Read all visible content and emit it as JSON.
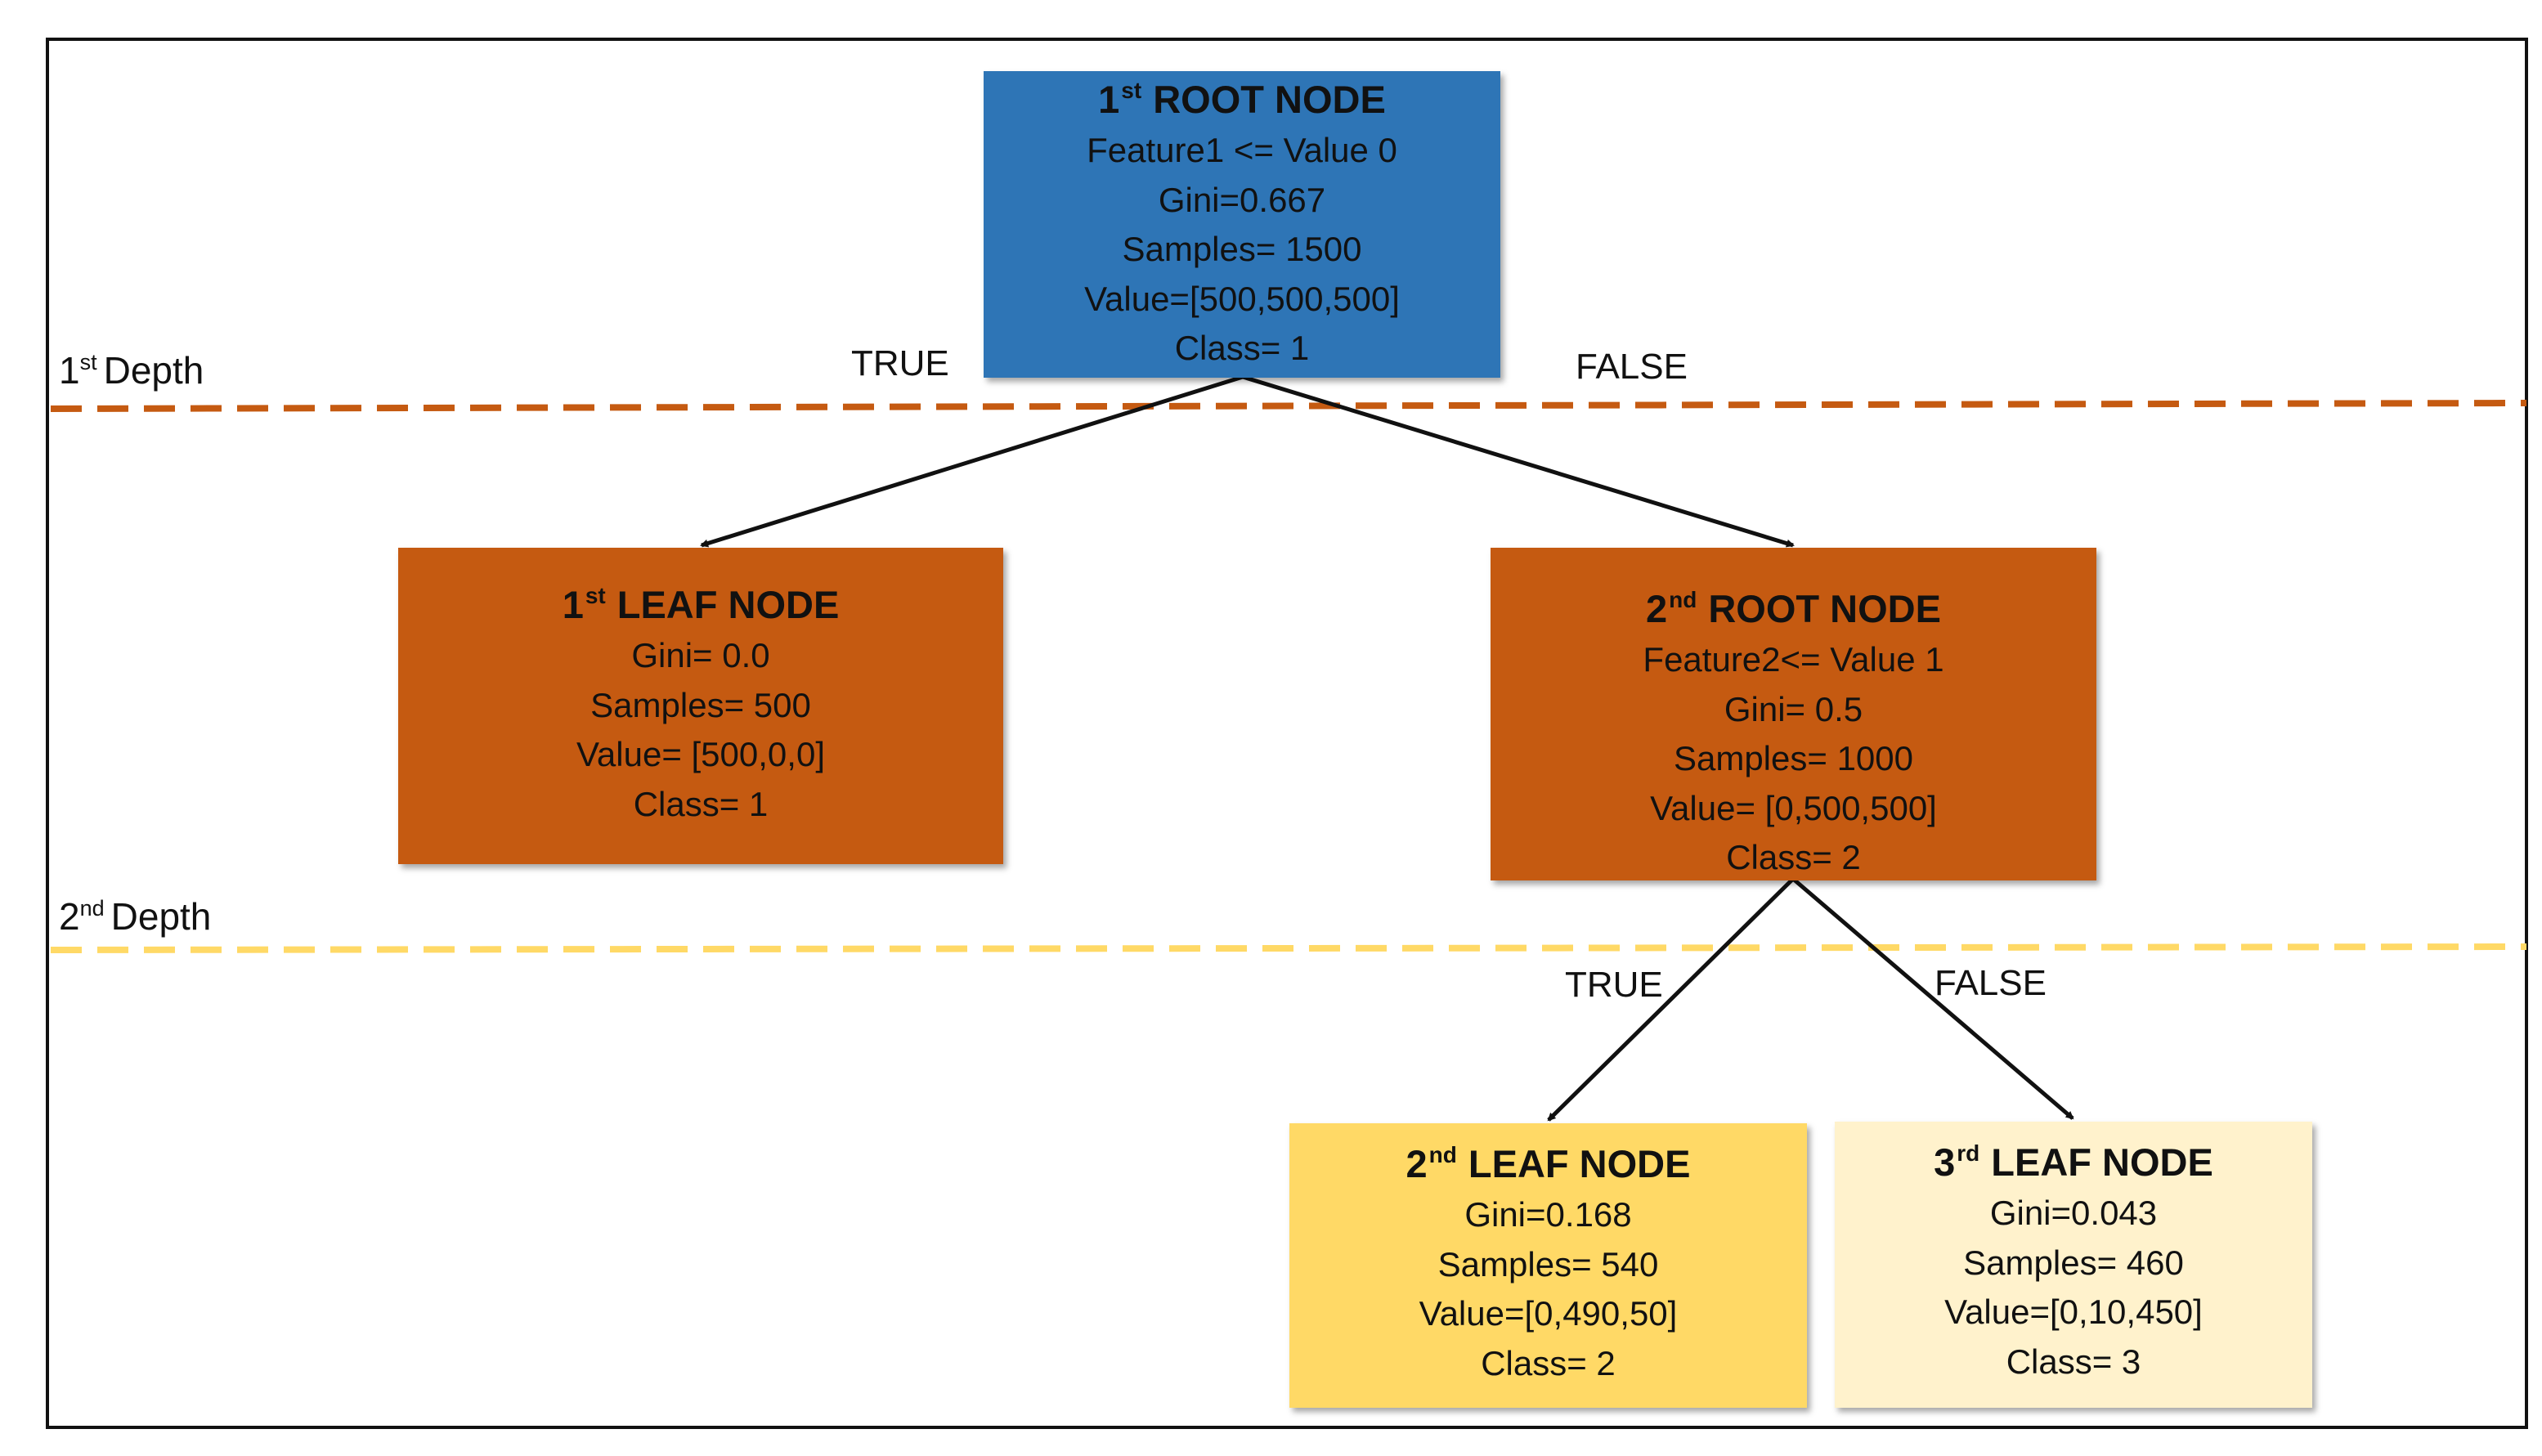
{
  "colors": {
    "root_node_1": "#2e75b6",
    "depth1_nodes": "#c55a11",
    "leaf_node_2": "#ffd966",
    "leaf_node_3": "#fff2cc",
    "depth1_line": "#c55a11",
    "depth2_line": "#ffd966",
    "border": "#111111"
  },
  "depth_labels": {
    "d1": {
      "num": "1",
      "sup": "st",
      "text": "Depth"
    },
    "d2": {
      "num": "2",
      "sup": "nd",
      "text": "Depth"
    }
  },
  "edge_labels": {
    "root1_true": "TRUE",
    "root1_false": "FALSE",
    "root2_true": "TRUE",
    "root2_false": "FALSE"
  },
  "nodes": {
    "root1": {
      "num": "1",
      "sup": "st",
      "title": "ROOT NODE",
      "lines": [
        "Feature1 <= Value 0",
        "Gini=0.667",
        "Samples= 1500",
        "Value=[500,500,500]",
        "Class= 1"
      ]
    },
    "leaf1": {
      "num": "1",
      "sup": "st",
      "title": "LEAF NODE",
      "lines": [
        "Gini= 0.0",
        "Samples= 500",
        "Value= [500,0,0]",
        "Class= 1"
      ]
    },
    "root2": {
      "num": "2",
      "sup": "nd",
      "title": "ROOT NODE",
      "lines": [
        "Feature2<= Value 1",
        "Gini= 0.5",
        "Samples= 1000",
        "Value= [0,500,500]",
        "Class= 2"
      ]
    },
    "leaf2": {
      "num": "2",
      "sup": "nd",
      "title": "LEAF NODE",
      "lines": [
        "Gini=0.168",
        "Samples= 540",
        "Value=[0,490,50]",
        "Class= 2"
      ]
    },
    "leaf3": {
      "num": "3",
      "sup": "rd",
      "title": "LEAF NODE",
      "lines": [
        "Gini=0.043",
        "Samples= 460",
        "Value=[0,10,450]",
        "Class= 3"
      ]
    }
  }
}
